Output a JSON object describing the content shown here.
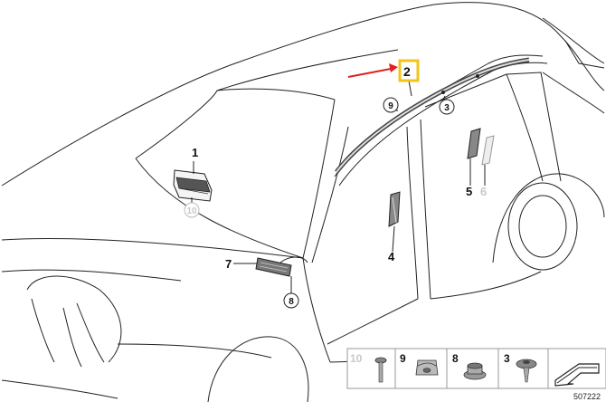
{
  "diagram": {
    "callouts": {
      "c1": "1",
      "c2": "2",
      "c3": "3",
      "c4": "4",
      "c5": "5",
      "c6": "6",
      "c7": "7",
      "c8": "8",
      "c9": "9",
      "c10": "10"
    },
    "legend": [
      {
        "number": "10",
        "icon": "bolt-icon",
        "active": false
      },
      {
        "number": "9",
        "icon": "clip-nut-icon",
        "active": true
      },
      {
        "number": "8",
        "icon": "flange-nut-icon",
        "active": true
      },
      {
        "number": "3",
        "icon": "screw-icon",
        "active": true
      }
    ],
    "doc_number": "507222",
    "colors": {
      "highlight_box": "#f2c418",
      "arrow": "#e02020",
      "line": "#222222",
      "inactive": "#c8c8c8"
    }
  }
}
